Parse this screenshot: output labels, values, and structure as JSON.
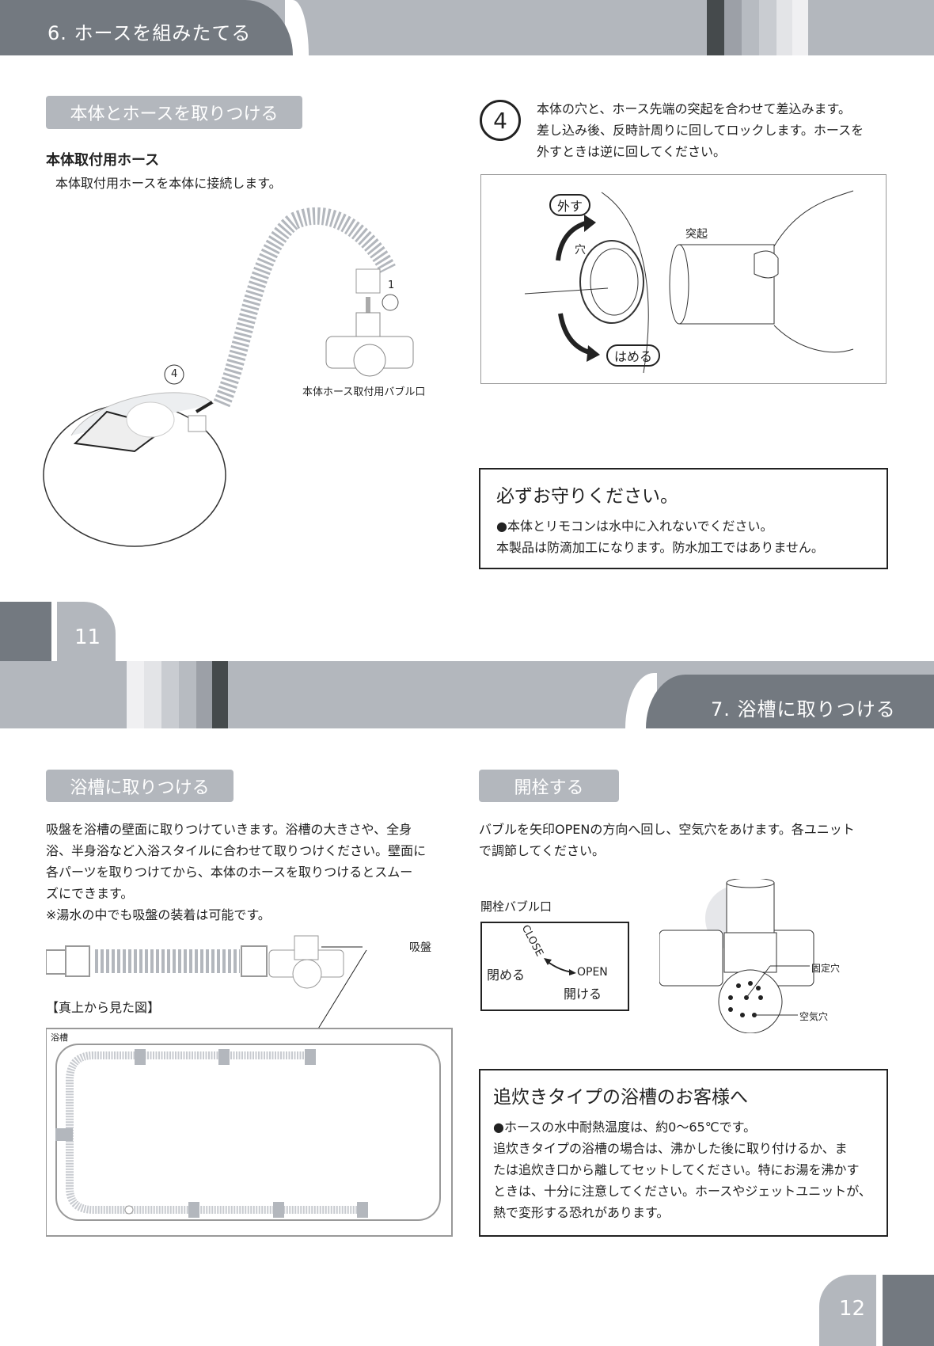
{
  "page11": {
    "header_title": "6. ホースを組みたてる",
    "section_pill": "本体とホースを取りつける",
    "subheading": "本体取付用ホース",
    "subtext": "本体取付用ホースを本体に接続します。",
    "illustration": {
      "step1": "1",
      "step4": "4",
      "bubble_label": "本体ホース取付用バブル口"
    },
    "step": {
      "number": "4",
      "lines": [
        "本体の穴と、ホース先端の突起を合わせて差込みます。",
        "差し込み後、反時計周りに回してロックします。ホースを",
        "外すときは逆に回してください。"
      ]
    },
    "step_illustration": {
      "remove": "外す",
      "attach": "はめる",
      "hole": "穴",
      "protrusion": "突起"
    },
    "notice": {
      "title": "必ずお守りください。",
      "lines": [
        "●本体とリモコンは水中に入れないでください。",
        "本製品は防滴加工になります。防水加工ではありません。"
      ]
    },
    "page_number": "11"
  },
  "page12": {
    "header_title": "7. 浴槽に取りつける",
    "left_pill": "浴槽に取りつける",
    "left_text": [
      "吸盤を浴槽の壁面に取りつけていきます。浴槽の大きさや、全身",
      "浴、半身浴など入浴スタイルに合わせて取りつけください。壁面に",
      "各パーツを取りつけてから、本体のホースを取りつけるとスムー",
      "ズにできます。",
      "※湯水の中でも吸盤の装着は可能です。"
    ],
    "suction_label": "吸盤",
    "top_view_label": "【真上から見た図】",
    "tub_label": "浴槽",
    "right_pill": "開栓する",
    "right_text": [
      "バブルを矢印OPENの方向へ回し、空気穴をあけます。各ユニット",
      "で調節してください。"
    ],
    "valve_label": "開栓バブル口",
    "valve_diagram": {
      "close": "CLOSE",
      "close_jp": "閉める",
      "open": "OPEN",
      "open_jp": "開ける"
    },
    "fitting_labels": {
      "fixed_hole": "固定穴",
      "air_hole": "空気穴"
    },
    "notice": {
      "title": "追炊きタイプの浴槽のお客様へ",
      "lines": [
        "●ホースの水中耐熱温度は、約0〜65℃です。",
        "追炊きタイプの浴槽の場合は、沸かした後に取り付けるか、ま",
        "たは追炊き口から離してセットしてください。特にお湯を沸かす",
        "ときは、十分に注意してください。ホースやジェットユニットが、",
        "熱で変形する恐れがあります。"
      ]
    },
    "page_number": "12"
  },
  "colors": {
    "dark_gray": "#737980",
    "light_gray": "#b3b7bd",
    "charcoal": "#454a4c"
  }
}
